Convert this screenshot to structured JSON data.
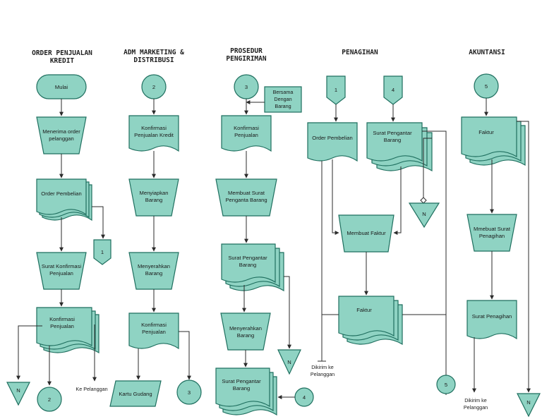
{
  "headers": {
    "order_l1": "ORDER PENJUALAN",
    "order_l2": "KREDIT",
    "adm_l1": "ADM MARKETING &",
    "adm_l2": "DISTRIBUSI",
    "pros_l1": "PROSEDUR",
    "pros_l2": "PENGIRIMAN",
    "penagihan": "PENAGIHAN",
    "akuntansi": "AKUNTANSI"
  },
  "order": {
    "mulai": "Mulai",
    "menerima_l1": "Menerima order",
    "menerima_l2": "pelanggan",
    "order_pembelian": "Order Pembelian",
    "conn1": "1",
    "surat_l1": "Surat Konfirmasi",
    "surat_l2": "Penjualan",
    "konf_l1": "Konfirmasi",
    "konf_l2": "Penjualan",
    "n": "N",
    "conn2": "2",
    "ke_pelanggan": "Ke Pelanggan"
  },
  "adm": {
    "conn2": "2",
    "konf_l1": "Konfirmasi",
    "konf_l2": "Penjualan Kredit",
    "menyiapkan_l1": "Menyiapkan",
    "menyiapkan_l2": "Barang",
    "menyerahkan_l1": "Menyerahkan",
    "menyerahkan_l2": "Barang",
    "konf2_l1": "Konfirmasi",
    "konf2_l2": "Penjualan",
    "kartu_gudang": "Kartu Gudang",
    "conn3": "3"
  },
  "pros": {
    "conn3": "3",
    "bersama_l1": "Bersama",
    "bersama_l2": "Dengan",
    "bersama_l3": "Barang",
    "konf_l1": "Konfirmasi",
    "konf_l2": "Penjualan",
    "membuat_l1": "Membuat Surat",
    "membuat_l2": "Penganta Barang",
    "spb_l1": "Surat Pengantar",
    "spb_l2": "Barang",
    "menyerahkan_l1": "Menyerahkan",
    "menyerahkan_l2": "Barang",
    "n": "N",
    "spb2_l1": "Surat Pengantar",
    "spb2_l2": "Barang",
    "conn4": "4"
  },
  "penagihan": {
    "conn1": "1",
    "conn4": "4",
    "order_pembelian": "Order Pembelian",
    "spb_l1": "Surat Pengantar",
    "spb_l2": "Barang",
    "n": "N",
    "membuat_faktur": "Membuat Faktur",
    "faktur": "Faktur",
    "dikirim_l1": "Dikirim ke",
    "dikirim_l2": "Pelanggan",
    "conn5": "5"
  },
  "akuntansi": {
    "conn5": "5",
    "faktur": "Faktur",
    "membuat_l1": "Mmebuat Surat",
    "membuat_l2": "Penagihan",
    "surat_penagihan": "Surat Penagihan",
    "dikirim_l1": "Dikirim ke",
    "dikirim_l2": "Pelanggan",
    "n": "N"
  }
}
